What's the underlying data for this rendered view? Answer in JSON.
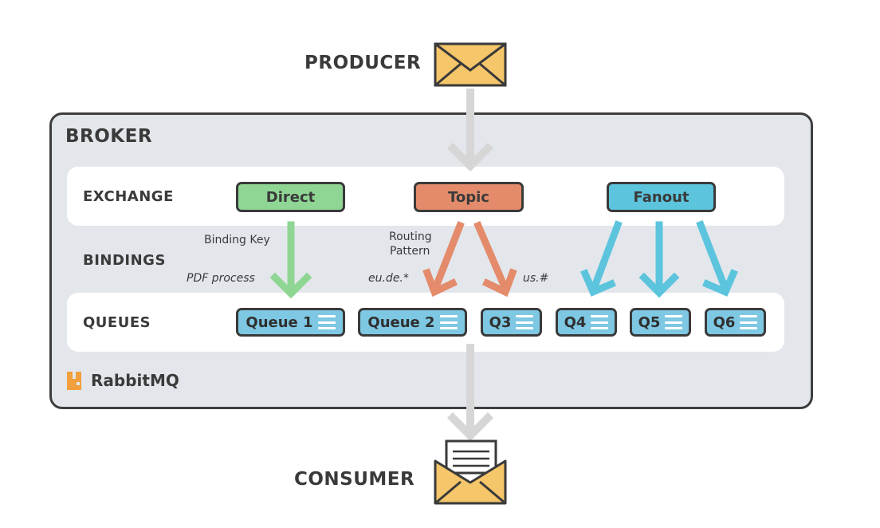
{
  "producer_label": "PRODUCER",
  "consumer_label": "CONSUMER",
  "broker_label": "BROKER",
  "rows": {
    "exchange": "EXCHANGE",
    "bindings": "BINDINGS",
    "queues": "QUEUES"
  },
  "exchanges": {
    "direct": "Direct",
    "topic": "Topic",
    "fanout": "Fanout"
  },
  "binding_labels": {
    "binding_key": "Binding Key",
    "pdf_process": "PDF process",
    "routing_pattern_line1": "Routing",
    "routing_pattern_line2": "Pattern",
    "eu_de": "eu.de.*",
    "us": "us.#"
  },
  "queues": {
    "q1": "Queue 1",
    "q2": "Queue 2",
    "q3": "Q3",
    "q4": "Q4",
    "q5": "Q5",
    "q6": "Q6"
  },
  "brand": "RabbitMQ",
  "colors": {
    "direct": "#8fd694",
    "topic": "#e38b6b",
    "fanout": "#5cc4dd",
    "queue": "#7ec8e3",
    "envelope": "#f6c66a",
    "arrow_gray": "#d6d6d6",
    "rabbit_orange": "#f29f3d"
  }
}
